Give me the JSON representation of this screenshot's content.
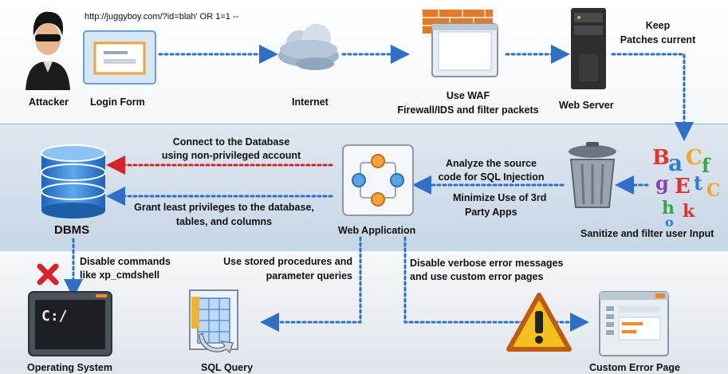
{
  "url_text": "http://juggyboy.com/?id=blah' OR 1=1 --",
  "nodes": {
    "attacker": "Attacker",
    "login_form": "Login Form",
    "internet": "Internet",
    "waf": "Use WAF",
    "waf_sub": "Firewall/IDS and filter packets",
    "web_server": "Web Server",
    "dbms": "DBMS",
    "web_application": "Web Application",
    "sanitize": "Sanitize and filter user Input",
    "operating_system": "Operating System",
    "sql_query": "SQL Query",
    "custom_error_page": "Custom Error Page"
  },
  "notes": {
    "keep_1": "Keep",
    "keep_2": "Patches current",
    "connect_1": "Connect to the Database",
    "connect_2": "using non-privileged account",
    "grant_1": "Grant least privileges to the database,",
    "grant_2": "tables, and columns",
    "analyze_1": "Analyze the source",
    "analyze_2": "code for SQL Injection",
    "minimize_1": "Minimize Use of 3rd",
    "minimize_2": "Party Apps",
    "disable_1": "Disable commands",
    "disable_2": "like xp_cmdshell",
    "stored_1": "Use stored procedures and",
    "stored_2": "parameter queries",
    "verbose_1": "Disable verbose error messages",
    "verbose_2": "and use custom error pages"
  },
  "colors": {
    "arrow_blue": "#2f6fc6",
    "arrow_red": "#d9232a",
    "band_mid": "#cfdceb"
  }
}
